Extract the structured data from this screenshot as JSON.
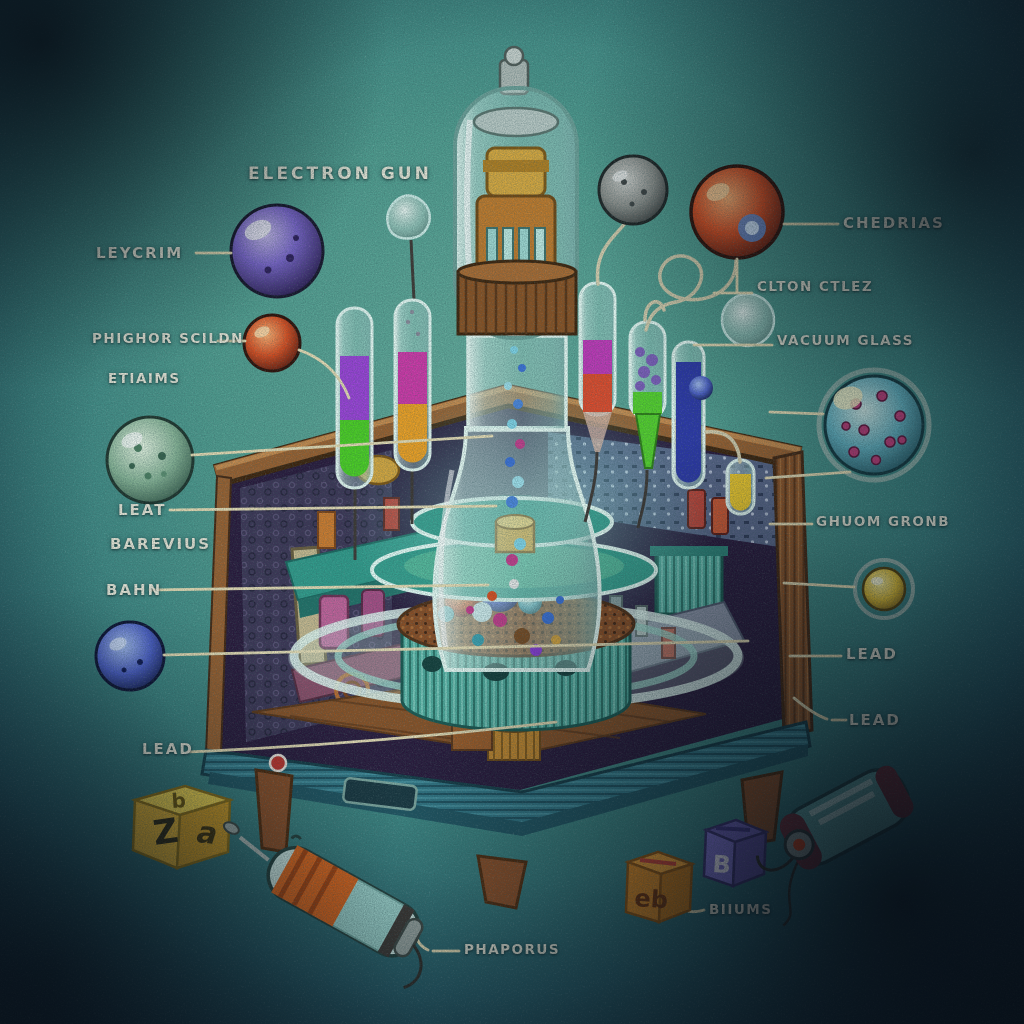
{
  "scene": {
    "title": "Cutaway diagram of a vintage television cabinet with vacuum tube, test tubes and callout bubbles",
    "style": "retro technical illustration on speckled teal background"
  },
  "palette": {
    "background_teal": "#4f9c8e",
    "background_dark": "#0a1723",
    "label_color": "#efe9da",
    "leader_color": "#e8dcb4",
    "wood": "#9a5e2c",
    "skirt_teal": "#2f7585",
    "glass_tint": "#cdeee8",
    "copper": "#8a4a20"
  },
  "callouts": [
    {
      "id": "electron-gun",
      "text": "ELECTRON GUN"
    },
    {
      "id": "leycrim",
      "text": "LEYCRIM"
    },
    {
      "id": "phighor-scildn",
      "text": "PHIGHOR SCILDN"
    },
    {
      "id": "etiaims",
      "text": "ETIAIMS"
    },
    {
      "id": "leat",
      "text": "LEAT"
    },
    {
      "id": "barevius",
      "text": "BAREVIUS"
    },
    {
      "id": "bahn",
      "text": "BAHN"
    },
    {
      "id": "lead-bottom-left",
      "text": "LEAD"
    },
    {
      "id": "chedrias",
      "text": "CHEDRIAS"
    },
    {
      "id": "clton-ctlez",
      "text": "CLTON CTLEZ"
    },
    {
      "id": "vacuum-glass",
      "text": "VACUUM GLASS"
    },
    {
      "id": "ghuom-gronb",
      "text": "GHUOM GRONB"
    },
    {
      "id": "lead-right-1",
      "text": "LEAD"
    },
    {
      "id": "lead-right-2",
      "text": "LEAD"
    },
    {
      "id": "biiums",
      "text": "BIIUMS"
    },
    {
      "id": "phaporus",
      "text": "PHAPORUS"
    }
  ],
  "cubes": {
    "yellow": {
      "front": "Z",
      "side": "a",
      "top": "b"
    },
    "orange": {
      "front": "eb"
    },
    "purple": {
      "front": "B"
    }
  }
}
